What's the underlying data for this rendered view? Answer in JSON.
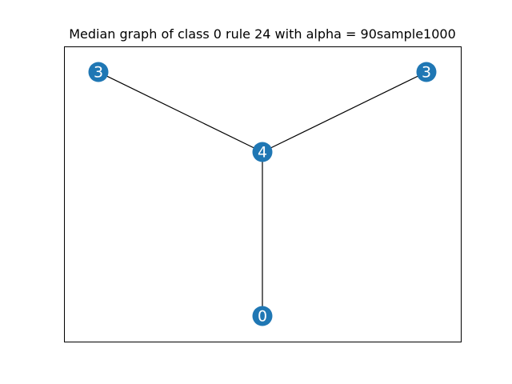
{
  "figure": {
    "title": "Median graph of class 0 rule 24 with alpha = 90sample1000"
  },
  "graph": {
    "nodes": [
      {
        "id": "n0",
        "label": "3"
      },
      {
        "id": "n1",
        "label": "3"
      },
      {
        "id": "n2",
        "label": "4"
      },
      {
        "id": "n3",
        "label": "0"
      }
    ],
    "edges": [
      {
        "source": "n0",
        "target": "n2"
      },
      {
        "source": "n1",
        "target": "n2"
      },
      {
        "source": "n2",
        "target": "n3"
      }
    ]
  },
  "colors": {
    "node_fill": "#1f77b4",
    "node_label": "#ffffff",
    "edge": "#000000",
    "frame": "#000000",
    "background": "#ffffff"
  }
}
